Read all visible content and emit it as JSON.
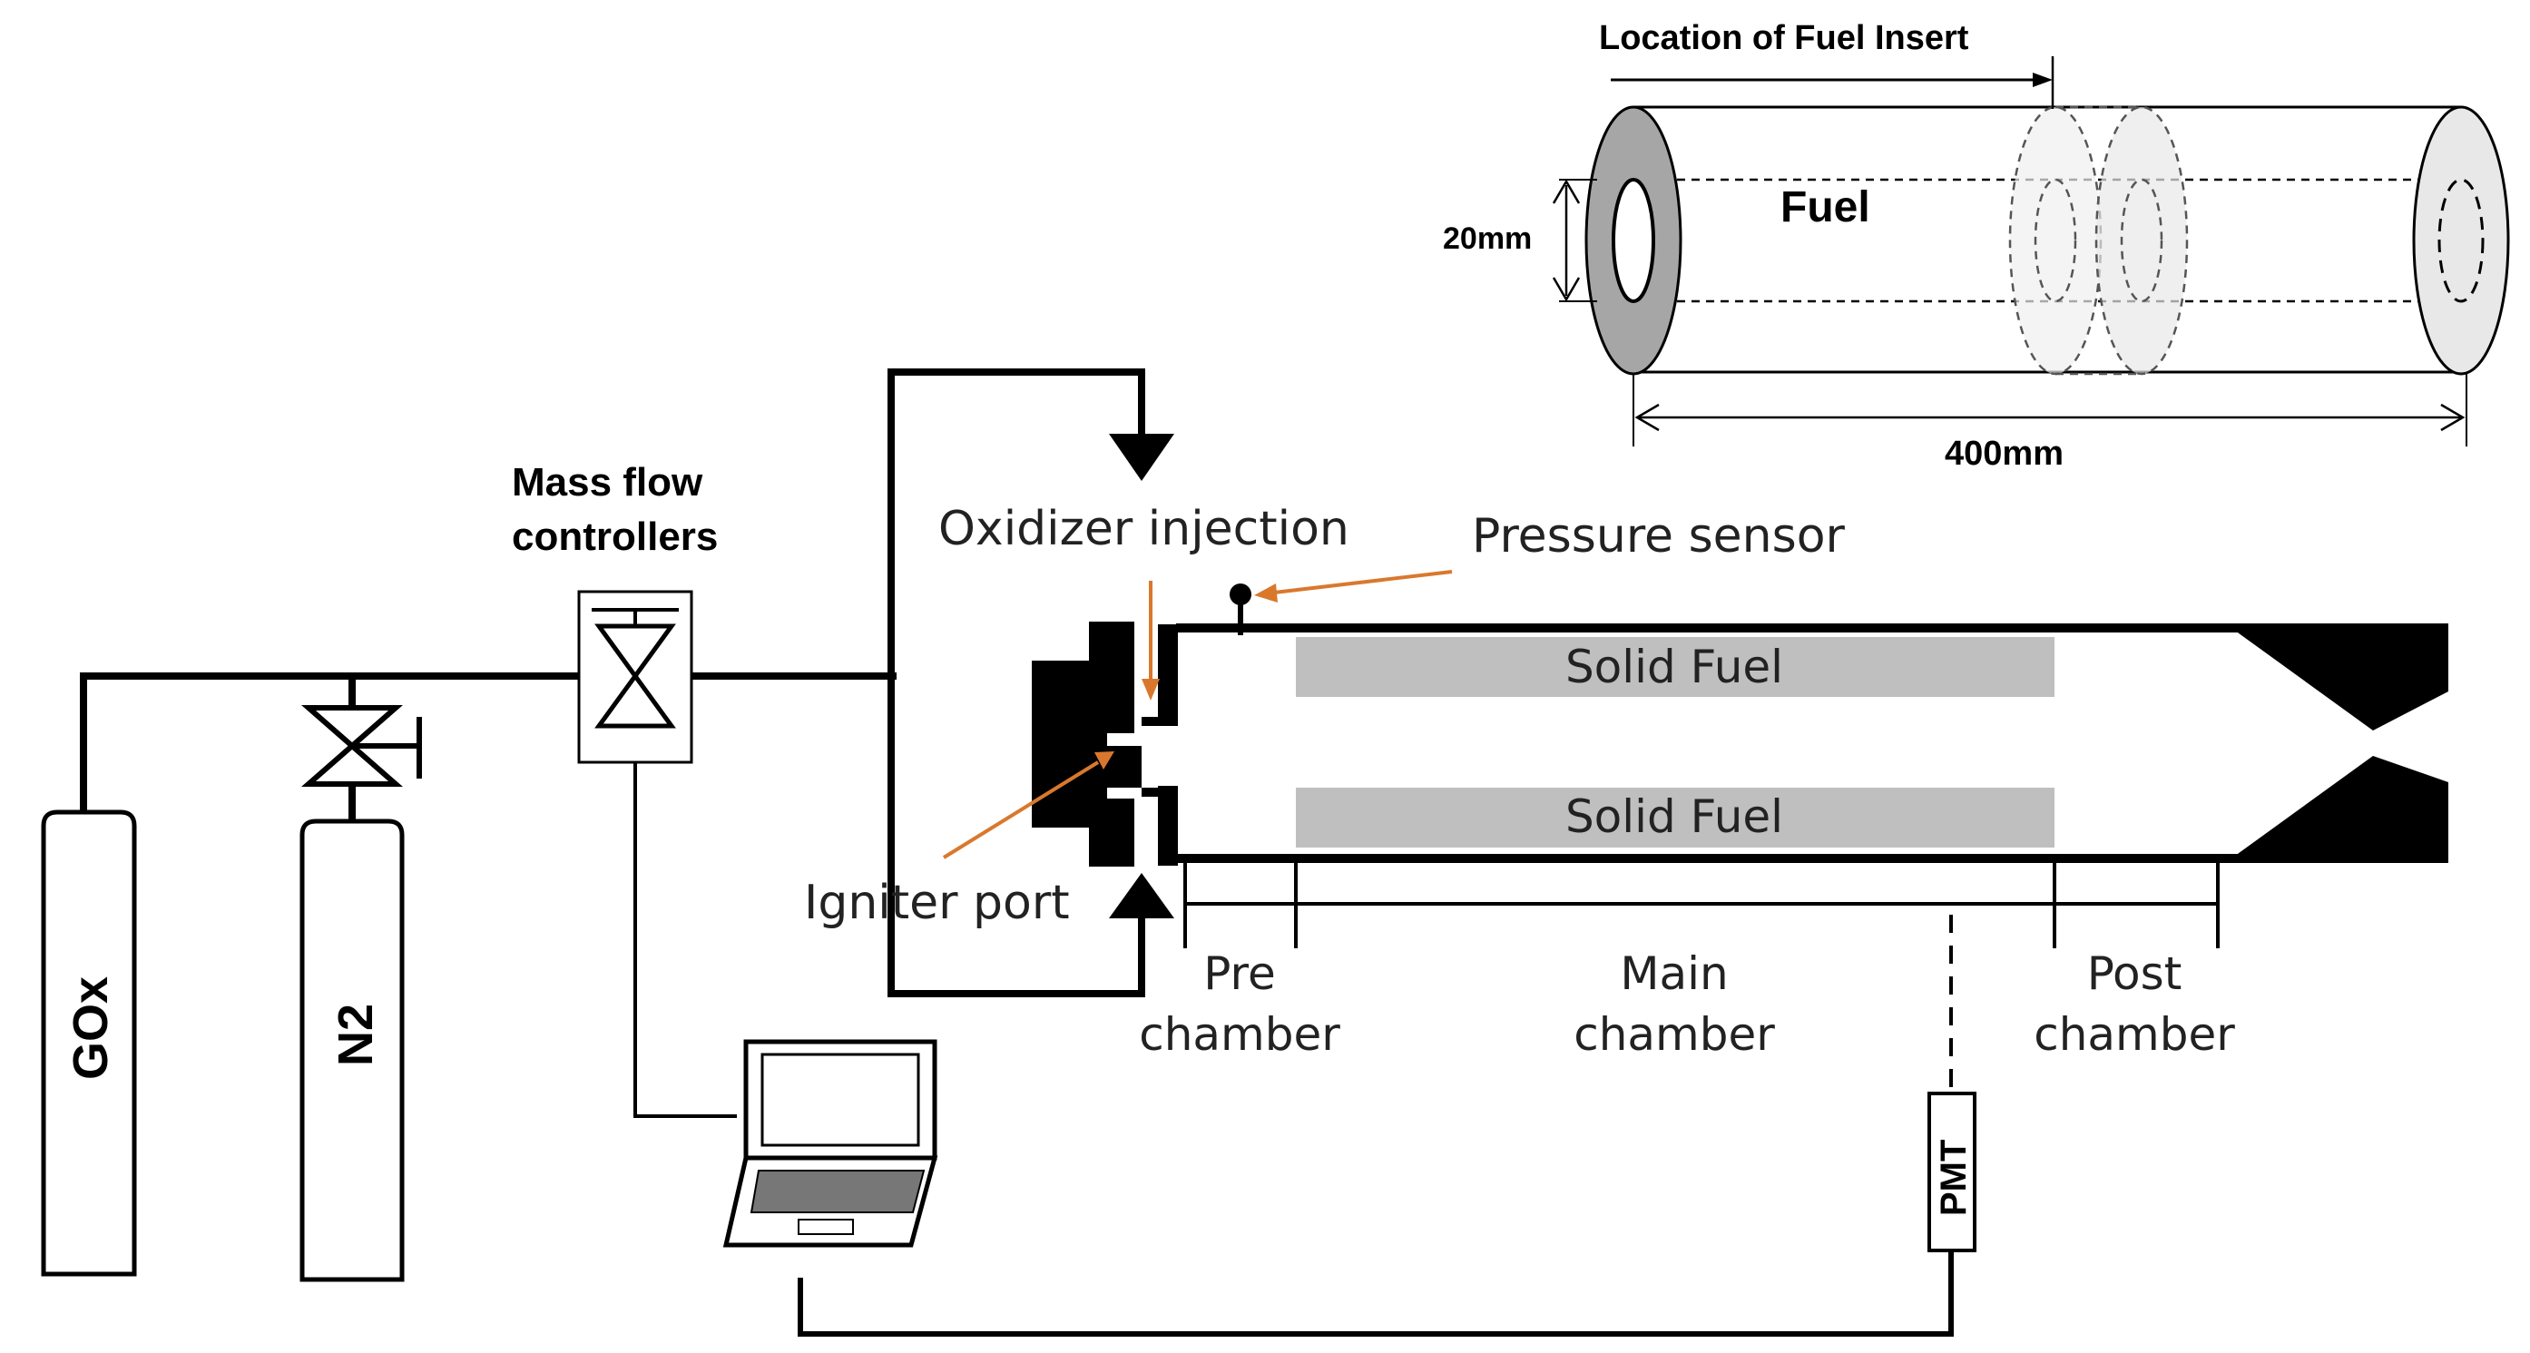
{
  "labels": {
    "location_fuel_insert": "Location of Fuel Insert",
    "fuel": "Fuel",
    "dim_20mm": "20mm",
    "dim_400mm": "400mm",
    "mass_flow_line1": "Mass flow",
    "mass_flow_line2": "controllers",
    "oxidizer_injection": "Oxidizer  injection",
    "pressure_sensor": "Pressure sensor",
    "igniter_port": "Igniter port",
    "solid_fuel_top": "Solid Fuel",
    "solid_fuel_bottom": "Solid Fuel",
    "pre_line1": "Pre",
    "pre_line2": "chamber",
    "main_line1": "Main",
    "main_line2": "chamber",
    "post_line1": "Post",
    "post_line2": "chamber",
    "gox": "GOx",
    "n2": "N2",
    "pmt": "PMT"
  },
  "colors": {
    "line": "#000000",
    "arrow_annotation": "#d9782d",
    "solid_fuel_fill": "#bfbfbf",
    "cylinder_end_dark": "#a6a6a6",
    "cylinder_end_light": "#e8e8e8"
  }
}
